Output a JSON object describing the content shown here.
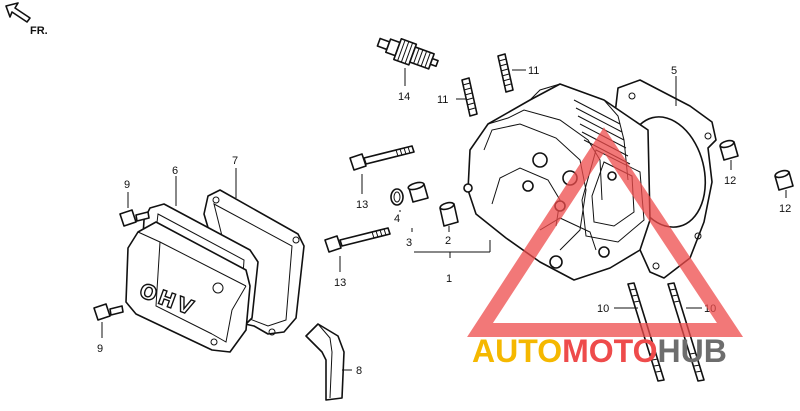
{
  "orientation": {
    "label": "FR."
  },
  "callouts": {
    "c1": "1",
    "c2": "2",
    "c3": "3",
    "c4": "4",
    "c5": "5",
    "c6": "6",
    "c7": "7",
    "c8": "8",
    "c9a": "9",
    "c9b": "9",
    "c10a": "10",
    "c10b": "10",
    "c11a": "11",
    "c11b": "11",
    "c12a": "12",
    "c12b": "12",
    "c13a": "13",
    "c13b": "13",
    "c14": "14"
  },
  "cover_marking": "OHV",
  "watermark": {
    "part1": "AUTO",
    "part2": "MOTO",
    "part3": "HUB",
    "color_primary": "#f5b800",
    "color_secondary": "#ee4b4b",
    "color_tertiary": "#6d6d6d"
  }
}
